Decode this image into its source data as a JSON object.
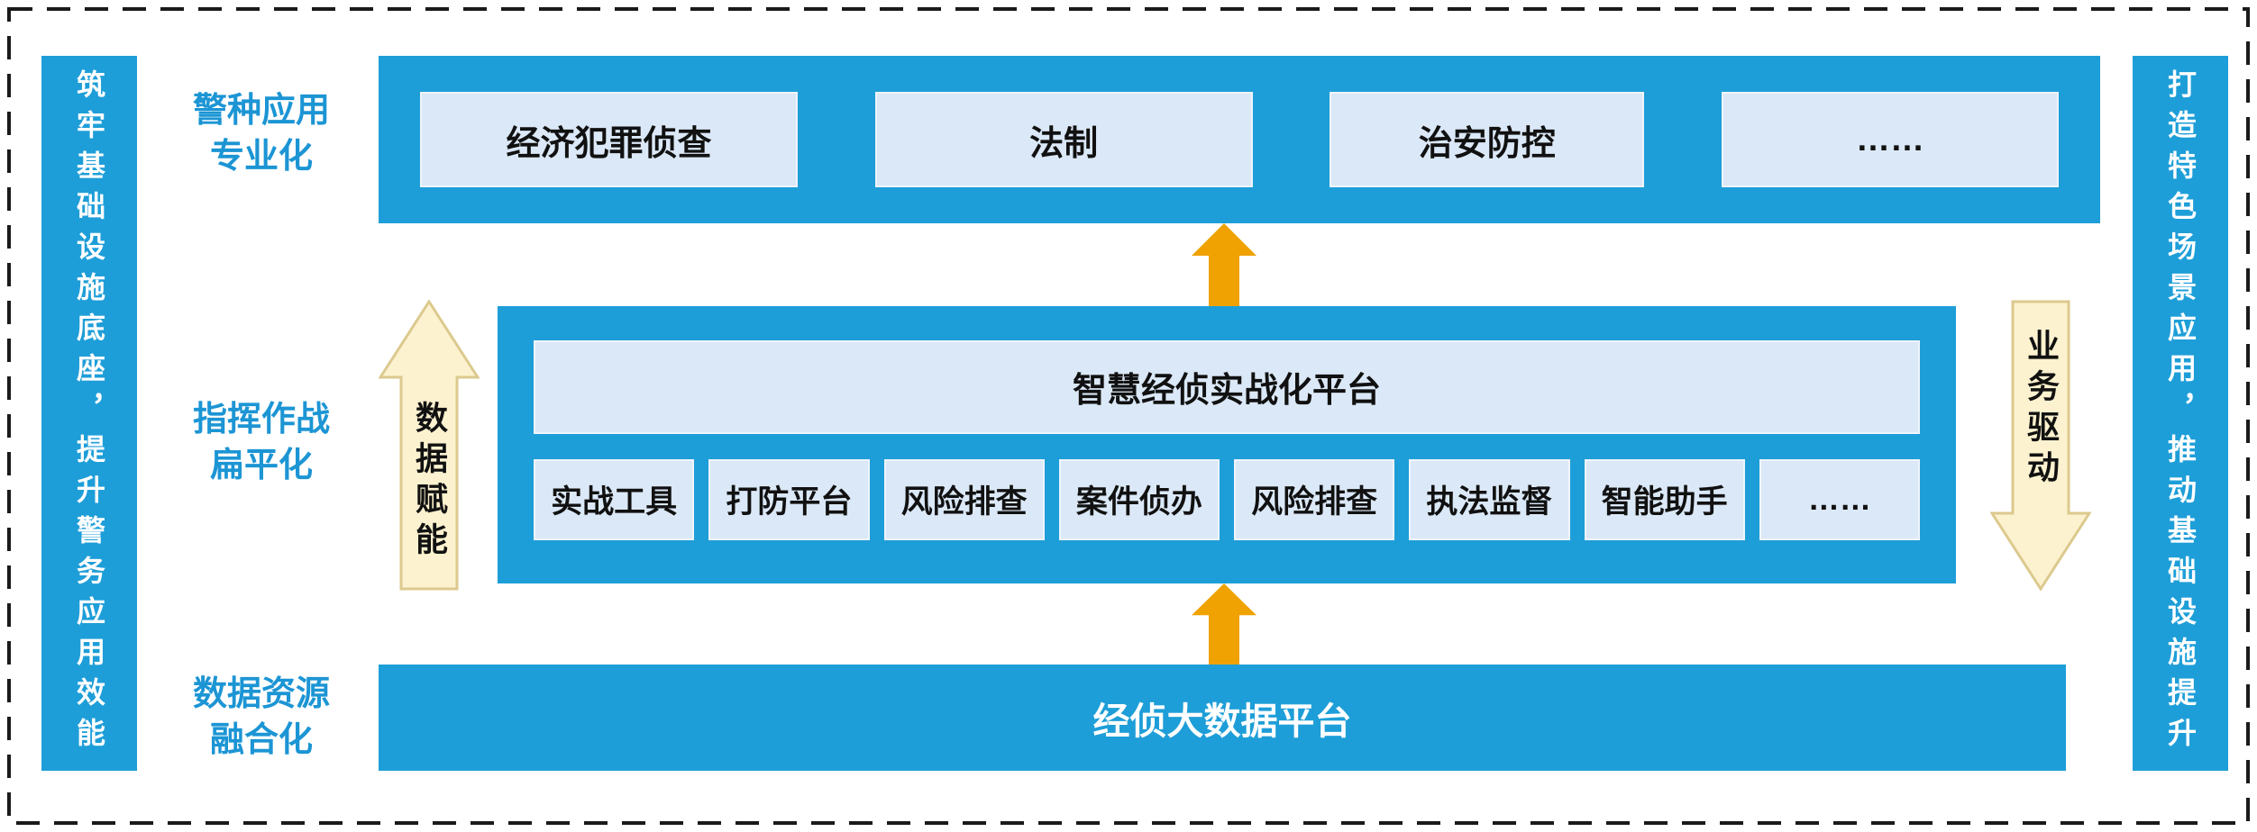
{
  "colors": {
    "band_blue": "#1e9ed8",
    "light_box": "#dbe8f7",
    "label_blue": "#1c95d4",
    "orange": "#f0a202",
    "cream": "#fdf2cf",
    "cream_border": "#dcc98e",
    "border_dark": "#1a1a1a"
  },
  "left_bar": {
    "text": "筑牢基础设施底座，提升警务应用效能"
  },
  "right_bar": {
    "text": "打造特色场景应用，推动基础设施提升"
  },
  "row_labels": [
    {
      "line1": "警种应用",
      "line2": "专业化"
    },
    {
      "line1": "指挥作战",
      "line2": "扁平化"
    },
    {
      "line1": "数据资源",
      "line2": "融合化"
    }
  ],
  "top_band": {
    "items": [
      "经济犯罪侦查",
      "法制",
      "治安防控",
      "……"
    ]
  },
  "middle_band": {
    "platform": "智慧经侦实战化平台",
    "modules": [
      "实战工具",
      "打防平台",
      "风险排查",
      "案件侦办",
      "风险排查",
      "执法监督",
      "智能助手",
      "……"
    ]
  },
  "bottom_band": {
    "title": "经侦大数据平台"
  },
  "side_arrows": {
    "left": "数据赋能",
    "right": "业务驱动"
  }
}
